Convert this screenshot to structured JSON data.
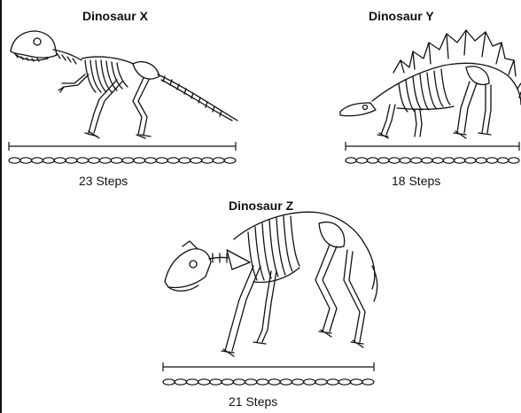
{
  "dinosaurs": [
    {
      "name": "Dinosaur X",
      "steps": "23 Steps",
      "step_count": 23
    },
    {
      "name": "Dinosaur Y",
      "steps": "18 Steps",
      "step_count": 18
    },
    {
      "name": "Dinosaur Z",
      "steps": "21 Steps",
      "step_count": 21
    }
  ],
  "colors": {
    "ink": "#111111",
    "background": "#ffffff"
  }
}
